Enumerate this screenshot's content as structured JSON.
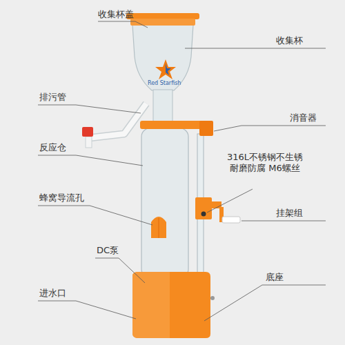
{
  "diagram": {
    "labels": [
      "收集杯盖",
      "收集杯",
      "排污管",
      "消音器",
      "反应仓",
      "316L不锈钢不生锈 耐磨防腐 M6螺丝",
      "挂架组",
      "蜂窝导流孔",
      "DC泵",
      "进水口",
      "底座",
      "Red Starfish"
    ]
  }
}
